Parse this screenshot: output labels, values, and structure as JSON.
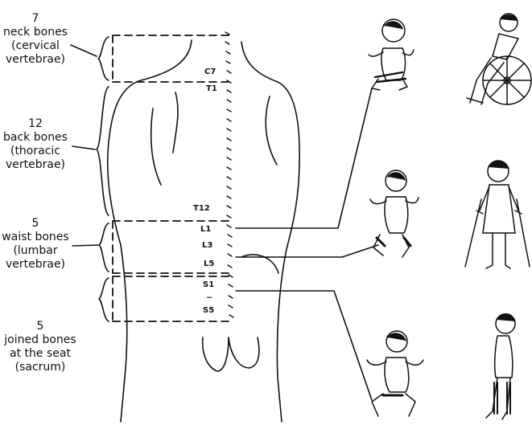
{
  "groups": [
    {
      "count": "7",
      "lines": [
        "neck bones",
        "(cervical",
        "vertebrae)"
      ]
    },
    {
      "count": "12",
      "lines": [
        "back bones",
        "(thoracic",
        "vertebrae)"
      ]
    },
    {
      "count": "5",
      "lines": [
        "waist bones",
        "(lumbar",
        "vertebrae)"
      ]
    },
    {
      "count": "5",
      "lines": [
        "joined bones",
        "at the seat",
        "(sacrum)"
      ]
    }
  ],
  "vertebra_labels": [
    "C7",
    "T1",
    "T12",
    "L1",
    "L3",
    "L5",
    "S1",
    "~",
    "S5"
  ]
}
